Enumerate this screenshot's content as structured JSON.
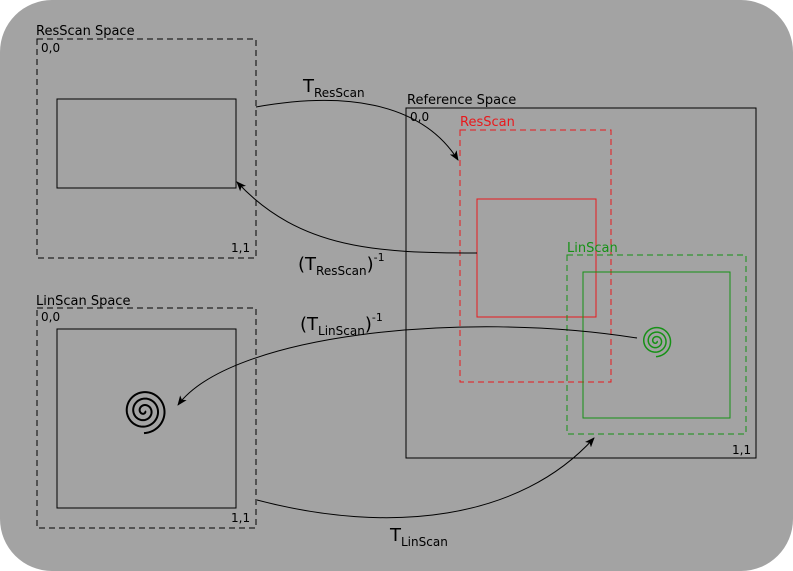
{
  "colors": {
    "background": "#a3a3a3",
    "page": "#ffffff",
    "line": "#000000",
    "resscan": "#e8191c",
    "linscan": "#169116"
  },
  "resscan_space": {
    "title": "ResScan Space",
    "origin_label": "0,0",
    "corner_label": "1,1"
  },
  "linscan_space": {
    "title": "LinScan Space",
    "origin_label": "0,0",
    "corner_label": "1,1",
    "icon": "spiral-icon"
  },
  "reference_space": {
    "title": "Reference Space",
    "origin_label": "0,0",
    "corner_label": "1,1",
    "resscan_label": "ResScan",
    "linscan_label": "LinScan",
    "icon": "spiral-icon"
  },
  "transforms": {
    "t_resscan": {
      "main": "T",
      "sub": "ResScan"
    },
    "t_resscan_inv": {
      "open": "(T",
      "sub": "ResScan",
      "close": ")",
      "sup": "-1"
    },
    "t_linscan_inv": {
      "open": "(T",
      "sub": "LinScan",
      "close": ")",
      "sup": "-1"
    },
    "t_linscan": {
      "main": "T",
      "sub": "LinScan"
    }
  }
}
